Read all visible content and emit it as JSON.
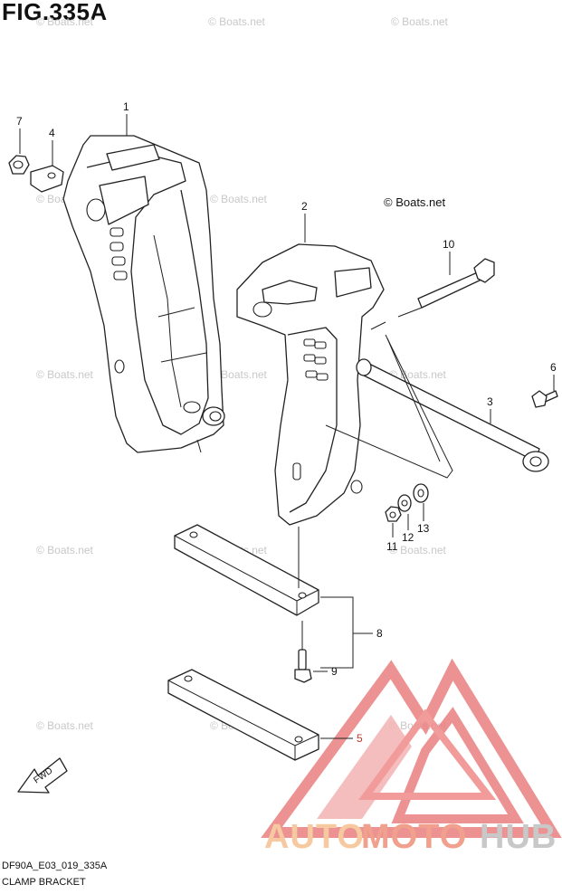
{
  "figure": {
    "title": "FIG.335A",
    "code": "DF90A_E03_019_335A",
    "caption": "CLAMP BRACKET"
  },
  "watermarks": {
    "text": "© Boats.net",
    "dark_text": "© Boats.net"
  },
  "callouts": {
    "c1": "1",
    "c2": "2",
    "c3": "3",
    "c4": "4",
    "c5": "5",
    "c6": "6",
    "c7": "7",
    "c8": "8",
    "c9": "9",
    "c10": "10",
    "c11": "11",
    "c12": "12",
    "c13": "13"
  },
  "direction_label": "FWD",
  "brand": {
    "part1": "AUTO",
    "part2": "MOTO",
    "part3": "HUB"
  },
  "colors": {
    "line": "#222222",
    "callout_5": "#c0392b",
    "watermark": "#c8c8c8",
    "brand_logo": "#e05050"
  },
  "icons": {
    "direction_arrow": "fwd-arrow-icon",
    "logo": "automotohub-logo-icon"
  }
}
